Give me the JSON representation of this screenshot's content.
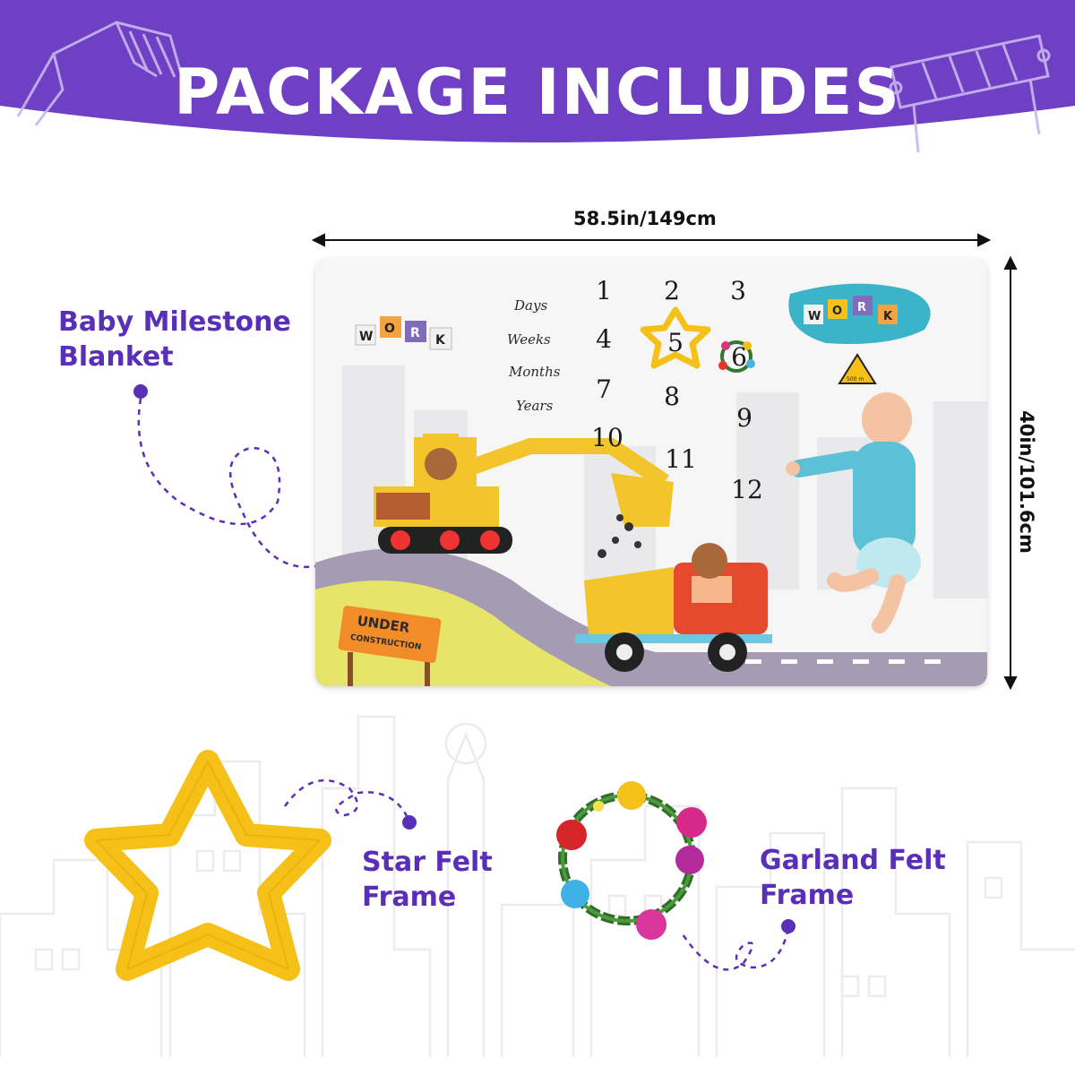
{
  "header": {
    "title": "PACKAGE INCLUDES",
    "background_color": "#6f3fc4"
  },
  "dimensions": {
    "width_label": "58.5in/149cm",
    "height_label": "40in/101.6cm"
  },
  "blanket": {
    "units": [
      "Days",
      "Weeks",
      "Months",
      "Years"
    ],
    "milestones": [
      "1",
      "2",
      "3",
      "4",
      "5",
      "6",
      "7",
      "8",
      "9",
      "10",
      "11",
      "12"
    ],
    "work_letters_left": [
      "W",
      "O",
      "R",
      "K"
    ],
    "work_letters_right": [
      "W",
      "O",
      "R",
      "K"
    ],
    "sign_line1": "UNDER",
    "sign_line2": "CONSTRUCTION",
    "road_sign": "500 m"
  },
  "callouts": {
    "blanket_line1": "Baby Milestone",
    "blanket_line2": "Blanket",
    "star_line1": "Star Felt",
    "star_line2": "Frame",
    "garland_line1": "Garland Felt",
    "garland_line2": "Frame"
  },
  "colors": {
    "accent": "#5a2fb8",
    "star_yellow": "#f5c018",
    "excavator_yellow": "#f3c52a",
    "baby_onesie": "#5cc0d6"
  }
}
